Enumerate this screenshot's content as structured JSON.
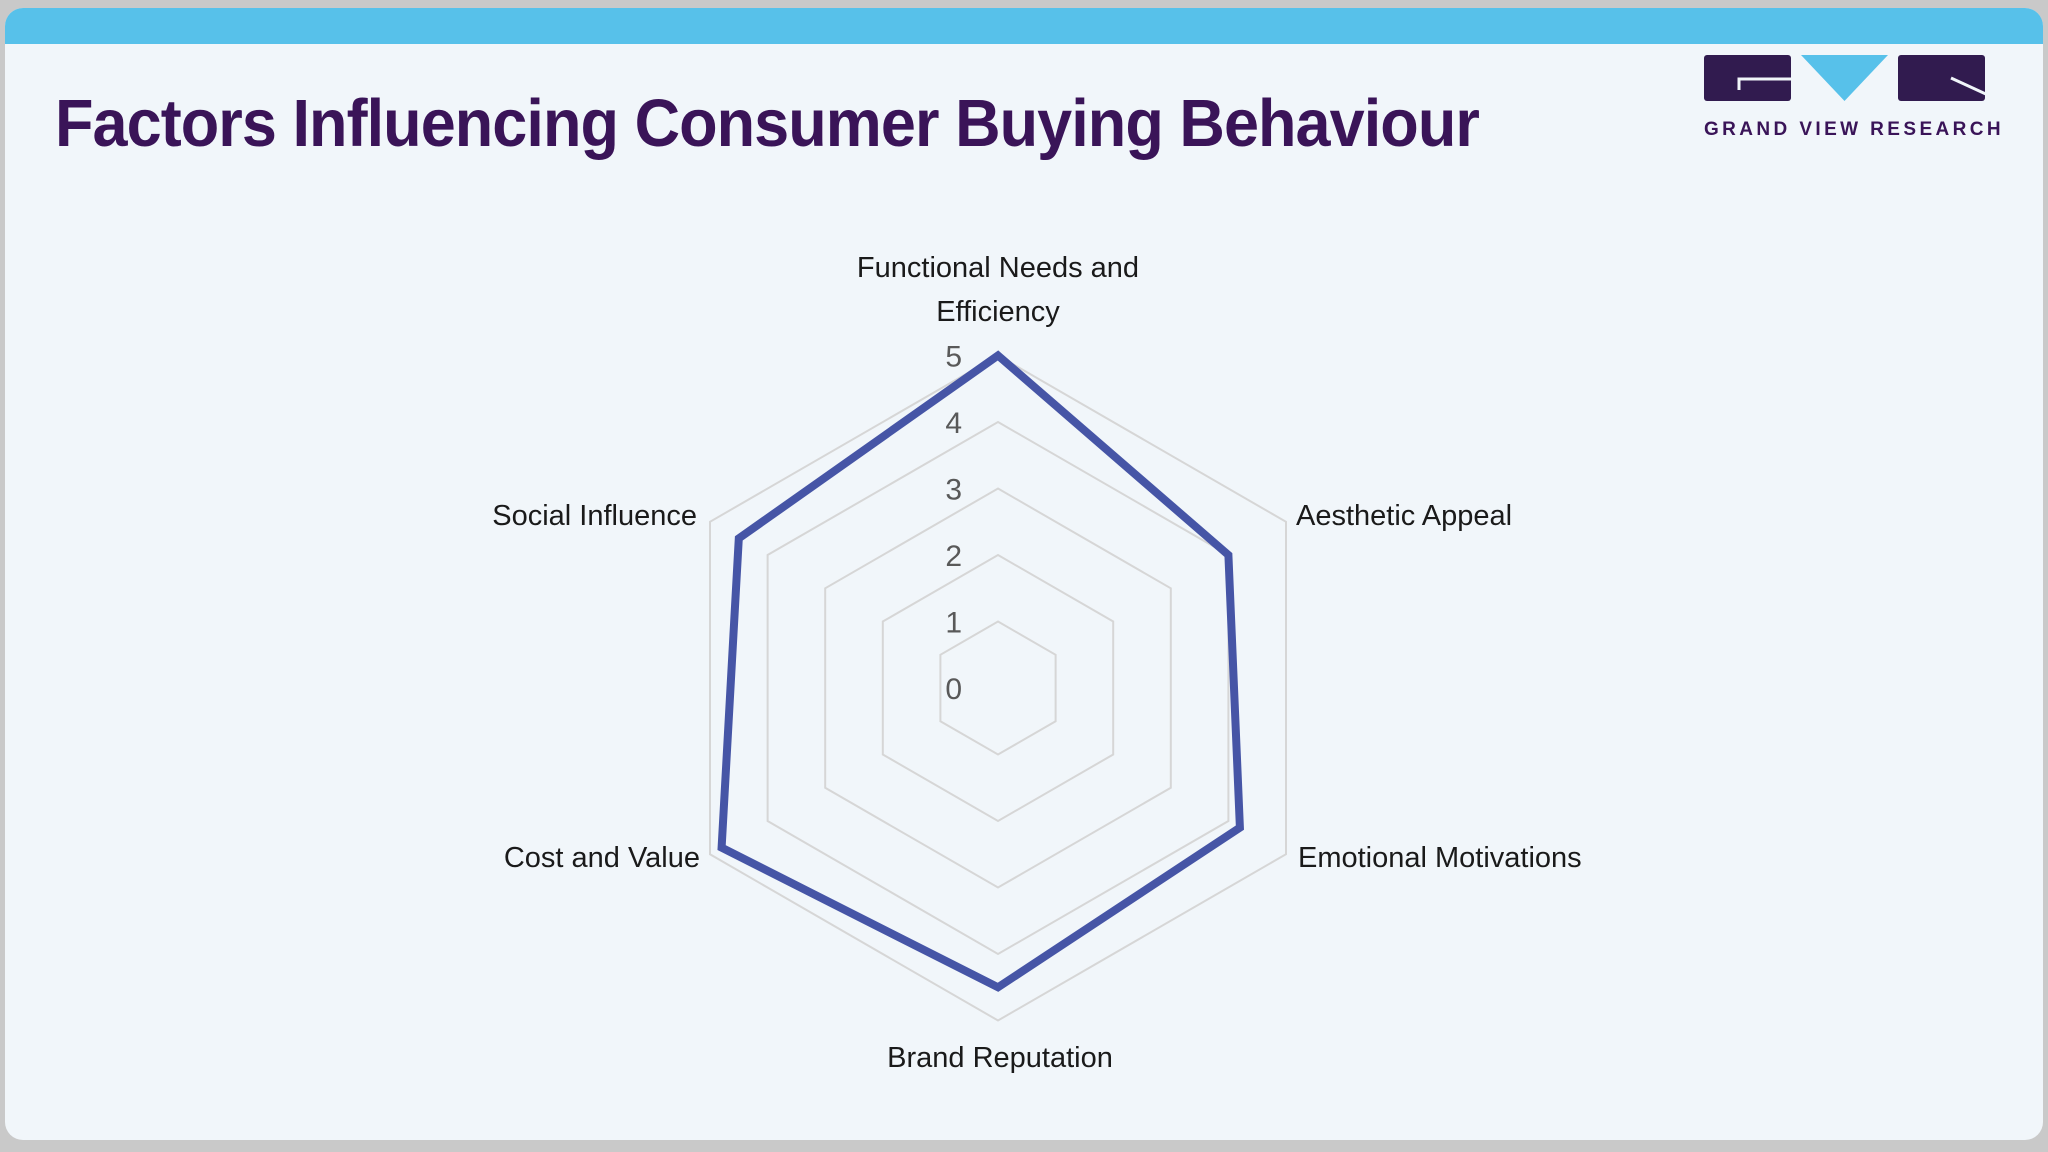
{
  "header": {
    "title": "Factors Influencing Consumer Buying Behaviour"
  },
  "logo": {
    "text": "GRAND VIEW RESEARCH"
  },
  "colors": {
    "top_bar": "#57C1EA",
    "card_background": "#F1F6FA",
    "outer_background": "#C9C9C9",
    "title_text": "#3A1458",
    "logo_purple": "#311B4F",
    "logo_blue": "#57C1EA",
    "series_stroke": "#4655A6",
    "grid_stroke": "#D6D6D6",
    "tick_text": "#595959",
    "axis_label_text": "#1A1A1A"
  },
  "chart_data": {
    "type": "radar",
    "title": "Factors Influencing Consumer Buying Behaviour",
    "categories": [
      "Functional Needs and Efficiency",
      "Aesthetic Appeal",
      "Emotional Motivations",
      "Brand Reputation",
      "Cost and Value",
      "Social Influence"
    ],
    "values": [
      5,
      4,
      4.2,
      4.5,
      4.8,
      4.5
    ],
    "axis_min": 0,
    "axis_max": 5,
    "tick_interval": 1,
    "tick_labels": [
      "0",
      "1",
      "2",
      "3",
      "4",
      "5"
    ],
    "grid_shape": "hexagon",
    "grid_levels": 5,
    "legend": "none",
    "fill": "none"
  }
}
